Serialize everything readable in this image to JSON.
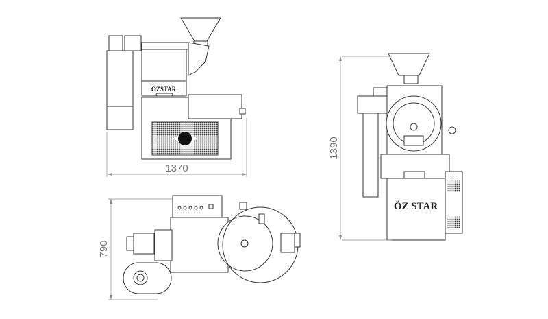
{
  "drawing": {
    "front_view": {
      "width_dimension": "1370",
      "brand_label": "ÖZSTAR"
    },
    "side_view": {
      "height_dimension": "1390",
      "brand_label": "ÖZ STAR"
    },
    "top_view": {
      "depth_dimension": "790"
    }
  }
}
